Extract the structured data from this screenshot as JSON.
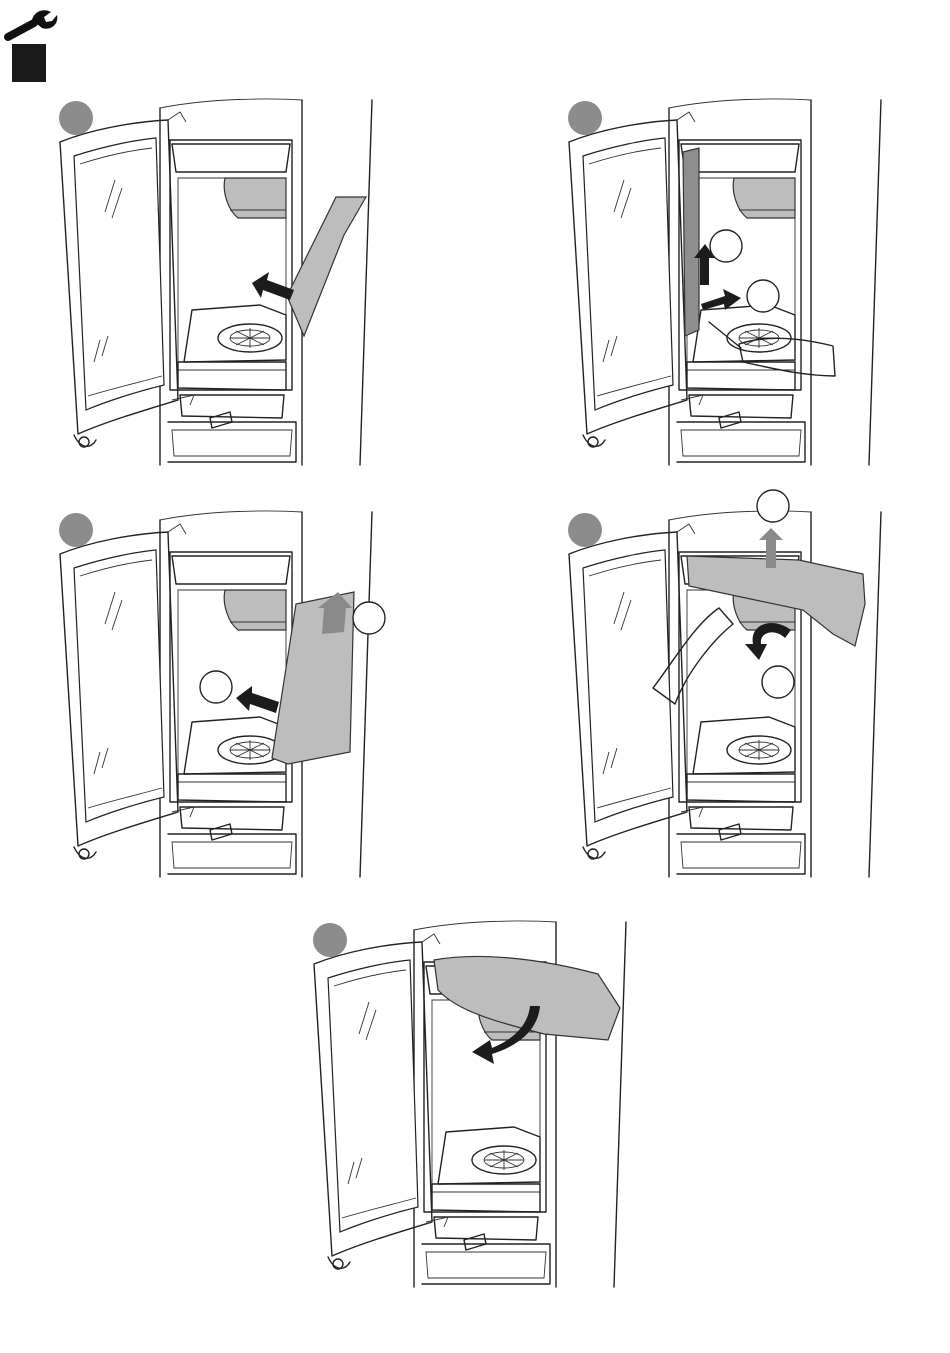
{
  "page": {
    "icons": {
      "tool": "wrench-icon",
      "marker": "black-square"
    },
    "colors": {
      "badge": "#8c8c8c",
      "ink": "#1c1c1c",
      "part": "#bdbdbd",
      "background": "#ffffff"
    }
  },
  "steps": [
    {
      "id": 1,
      "action": "insert-panel",
      "arrows": [
        "black-left"
      ],
      "callouts": 0
    },
    {
      "id": 2,
      "action": "loosen-screw-and-lift",
      "arrows": [
        "black-up",
        "black-right"
      ],
      "callouts": 2
    },
    {
      "id": 3,
      "action": "lift-and-remove-panel",
      "arrows": [
        "grey-up",
        "black-left"
      ],
      "callouts": 2
    },
    {
      "id": 4,
      "action": "lift-and-rotate-baffle",
      "arrows": [
        "grey-up",
        "black-rotate"
      ],
      "callouts": 2
    },
    {
      "id": 5,
      "action": "tilt-out-baffle",
      "arrows": [
        "black-rotate"
      ],
      "callouts": 0
    }
  ]
}
